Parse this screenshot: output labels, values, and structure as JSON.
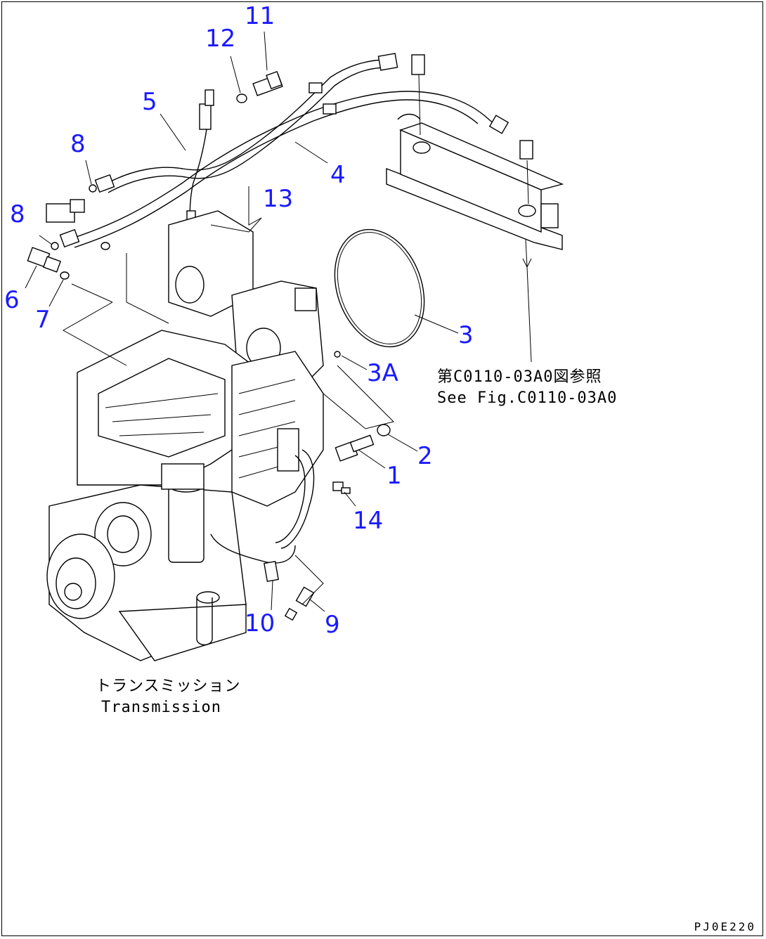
{
  "callouts": [
    {
      "id": "11",
      "label": "11"
    },
    {
      "id": "12",
      "label": "12"
    },
    {
      "id": "5",
      "label": "5"
    },
    {
      "id": "8a",
      "label": "8"
    },
    {
      "id": "8b",
      "label": "8"
    },
    {
      "id": "6",
      "label": "6"
    },
    {
      "id": "7",
      "label": "7"
    },
    {
      "id": "13",
      "label": "13"
    },
    {
      "id": "4",
      "label": "4"
    },
    {
      "id": "3",
      "label": "3"
    },
    {
      "id": "3A",
      "label": "3A"
    },
    {
      "id": "2",
      "label": "2"
    },
    {
      "id": "1",
      "label": "1"
    },
    {
      "id": "14",
      "label": "14"
    },
    {
      "id": "10",
      "label": "10"
    },
    {
      "id": "9",
      "label": "9"
    }
  ],
  "notes": {
    "reference_jp": "第C0110-03A0図参照",
    "reference_en": "See Fig.C0110-03A0",
    "transmission_jp": "トランスミッション",
    "transmission_en": "Transmission"
  },
  "drawing_code": "PJ0E220",
  "colors": {
    "callout": "#1a1aff",
    "line": "#000000",
    "background": "#ffffff"
  }
}
